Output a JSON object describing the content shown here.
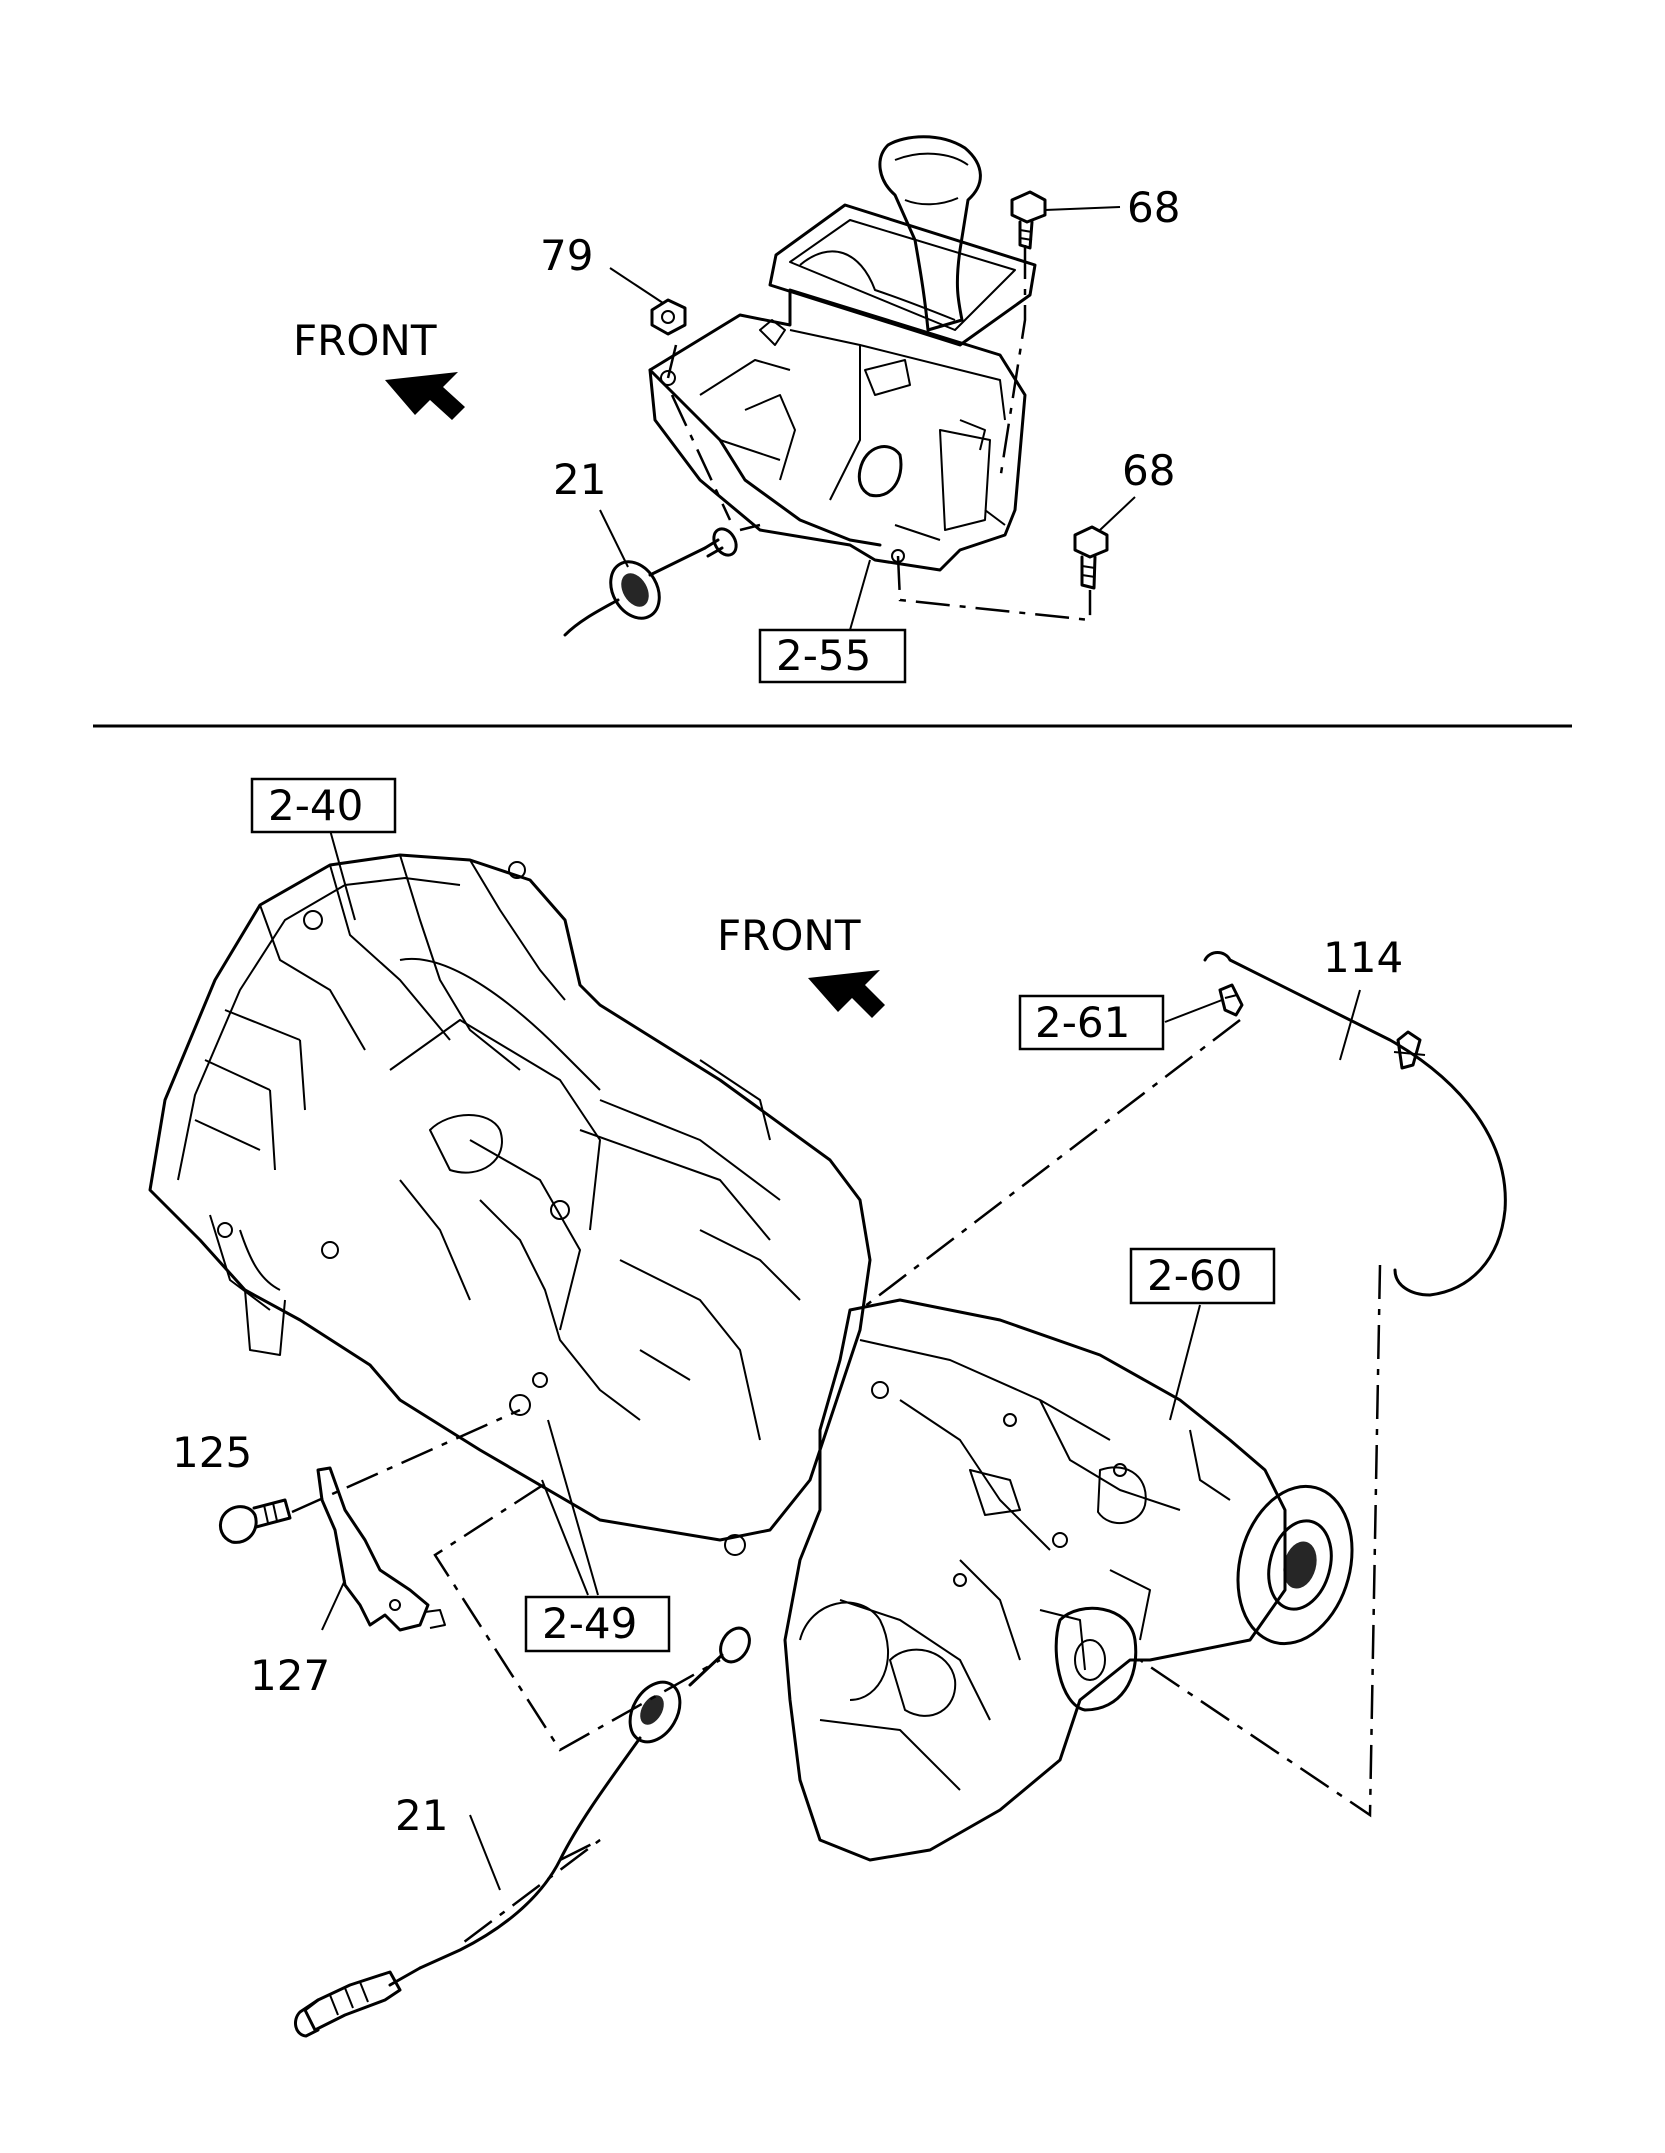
{
  "direction_labels": {
    "top": "FRONT",
    "bottom": "FRONT"
  },
  "top_section": {
    "callouts": {
      "bolt_upper": "68",
      "nut": "79",
      "cable": "21",
      "bolt_lower": "68"
    },
    "boxed_ref": "2-55"
  },
  "bottom_section": {
    "boxed_refs": {
      "transmission": "2-40",
      "breather": "2-61",
      "transfer_case": "2-60",
      "bracket_ref": "2-49"
    },
    "callouts": {
      "hose": "114",
      "bolt": "125",
      "bracket": "127",
      "cable": "21"
    }
  }
}
